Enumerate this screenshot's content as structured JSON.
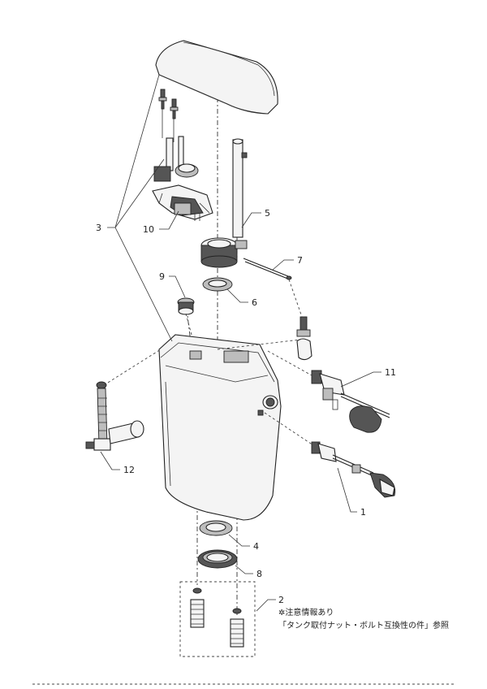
{
  "callouts": {
    "c1": "1",
    "c2": "2",
    "c3": "3",
    "c4": "4",
    "c5": "5",
    "c6": "6",
    "c7": "7",
    "c8": "8",
    "c9": "9",
    "c10": "10",
    "c11": "11",
    "c12": "12"
  },
  "notes": {
    "line1": "✲注意情報あり",
    "line2": "「タンク取付ナット・ボルト互換性の件」参照"
  }
}
